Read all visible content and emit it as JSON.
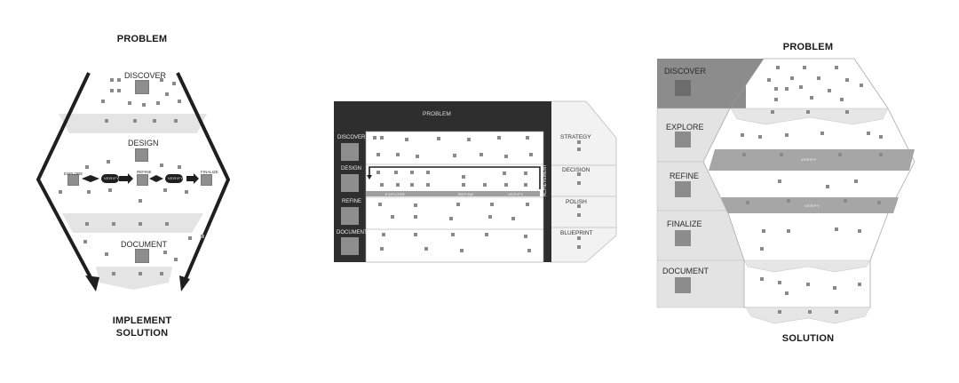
{
  "left": {
    "top_label": "PROBLEM",
    "stages": [
      "DISCOVER",
      "DESIGN",
      "DOCUMENT"
    ],
    "bottom_label": [
      "IMPLEMENT",
      "SOLUTION"
    ],
    "flow": [
      "EXPLORE",
      "VERIFY",
      "REFINE",
      "VERIFY",
      "FINALIZE"
    ]
  },
  "middle": {
    "title": "PROBLEM",
    "rows": [
      "DISCOVER",
      "DESIGN",
      "REFINE",
      "DOCUMENT"
    ],
    "vertical": "ACHIEVEMENT",
    "outputs": [
      "STRATEGY",
      "DECISION",
      "POLISH",
      "BLUEPRINT"
    ],
    "band": [
      "EXPLORE",
      "REFINE",
      "VERIFY"
    ]
  },
  "right": {
    "top_label": "PROBLEM",
    "stages": [
      "DISCOVER",
      "EXPLORE",
      "REFINE",
      "FINALIZE",
      "DOCUMENT"
    ],
    "bottom_label": "SOLUTION",
    "bands": [
      "VERIFY",
      "VERIFY"
    ]
  }
}
